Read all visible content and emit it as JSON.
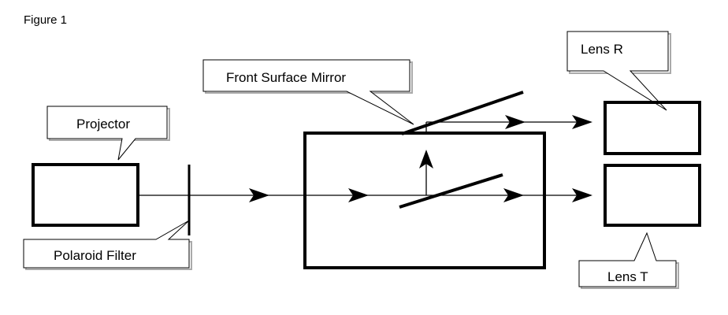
{
  "figure_title": "Figure 1",
  "labels": {
    "projector": "Projector",
    "polaroid_filter": "Polaroid Filter",
    "front_surface_mirror": "Front Surface Mirror",
    "lens_r": "Lens R",
    "lens_t": "Lens T"
  },
  "colors": {
    "line": "#000000",
    "shadow": "#aaaaaa",
    "background": "#ffffff"
  }
}
